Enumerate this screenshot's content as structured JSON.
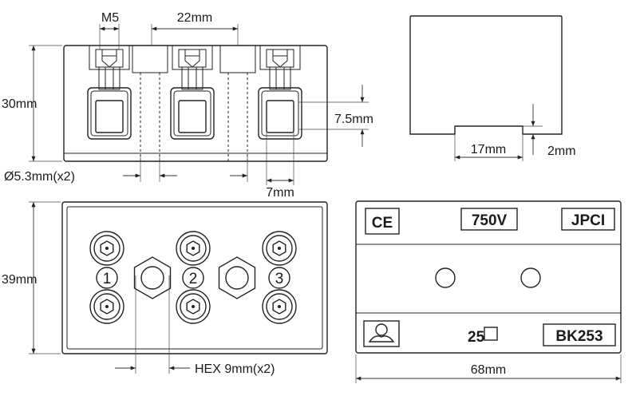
{
  "dimensions": {
    "screw_thread": "M5",
    "terminal_pitch": "22mm",
    "front_height": "30mm",
    "clamp_height": "7.5mm",
    "hole_diameter": "Ø5.3mm(x2)",
    "clamp_width": "7mm",
    "notch_width": "17mm",
    "notch_depth": "2mm",
    "top_depth": "39mm",
    "hex_size": "HEX 9mm(x2)",
    "overall_length": "68mm"
  },
  "terminal_numbers": [
    "1",
    "2",
    "3"
  ],
  "markings": {
    "ce": "CE",
    "voltage": "750V",
    "brand": "JPCI",
    "current": "25",
    "model": "BK253"
  }
}
